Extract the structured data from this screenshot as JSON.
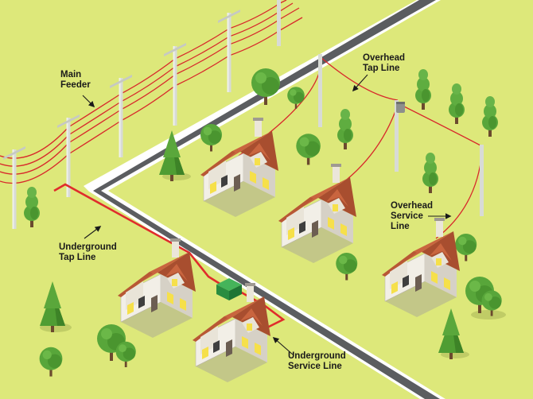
{
  "labels": {
    "main_feeder": [
      "Main",
      "Feeder"
    ],
    "overhead_tap_line": [
      "Overhead",
      "Tap Line"
    ],
    "overhead_service_line": [
      "Overhead",
      "Service",
      "Line"
    ],
    "underground_tap_line": [
      "Underground",
      "Tap Line"
    ],
    "underground_service_line": [
      "Underground",
      "Service Line"
    ]
  },
  "colors": {
    "ground": "#dde87a",
    "road": "#5b5d60",
    "road_edge": "#ffffff",
    "power_line": "#d8282b",
    "roof": "#c9653f",
    "wall": "#f1eee6",
    "window_lit": "#f6e04a",
    "tree": "#5aa73b",
    "transformer": "#2fa24a",
    "pole": "#d4d7d2"
  },
  "icons": [
    "utility-pole-icon",
    "house-icon",
    "tree-icon",
    "pad-transformer-icon",
    "pole-transformer-icon",
    "arrow-icon"
  ]
}
